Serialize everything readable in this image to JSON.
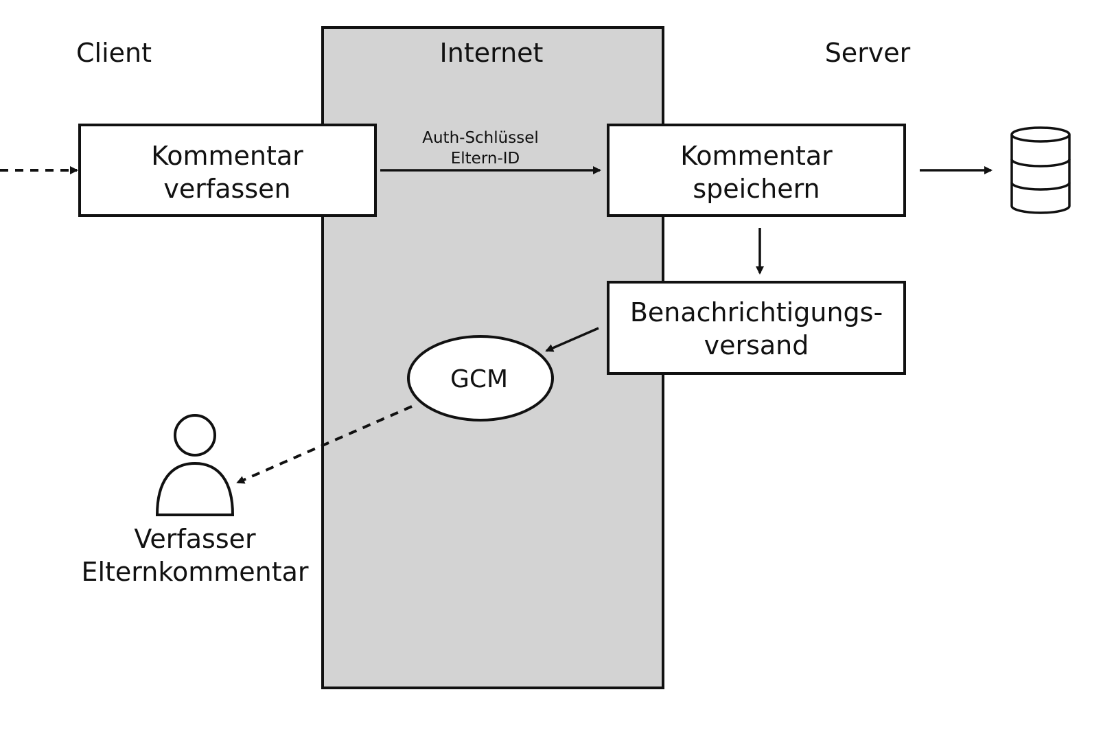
{
  "zones": {
    "client": "Client",
    "internet": "Internet",
    "server": "Server"
  },
  "nodes": {
    "compose": [
      "Kommentar",
      "verfassen"
    ],
    "save": [
      "Kommentar",
      "speichern"
    ],
    "notify": [
      "Benachrichtigungs-",
      "versand"
    ],
    "gcm": "GCM",
    "database": "database-icon",
    "actor": [
      "Verfasser",
      "Elternkommentar"
    ]
  },
  "edges": {
    "compose_to_save": [
      "Auth-Schlüssel",
      "Eltern-ID"
    ]
  },
  "colors": {
    "internet_zone": "#d3d3d3",
    "stroke": "#111111",
    "background": "#ffffff"
  }
}
